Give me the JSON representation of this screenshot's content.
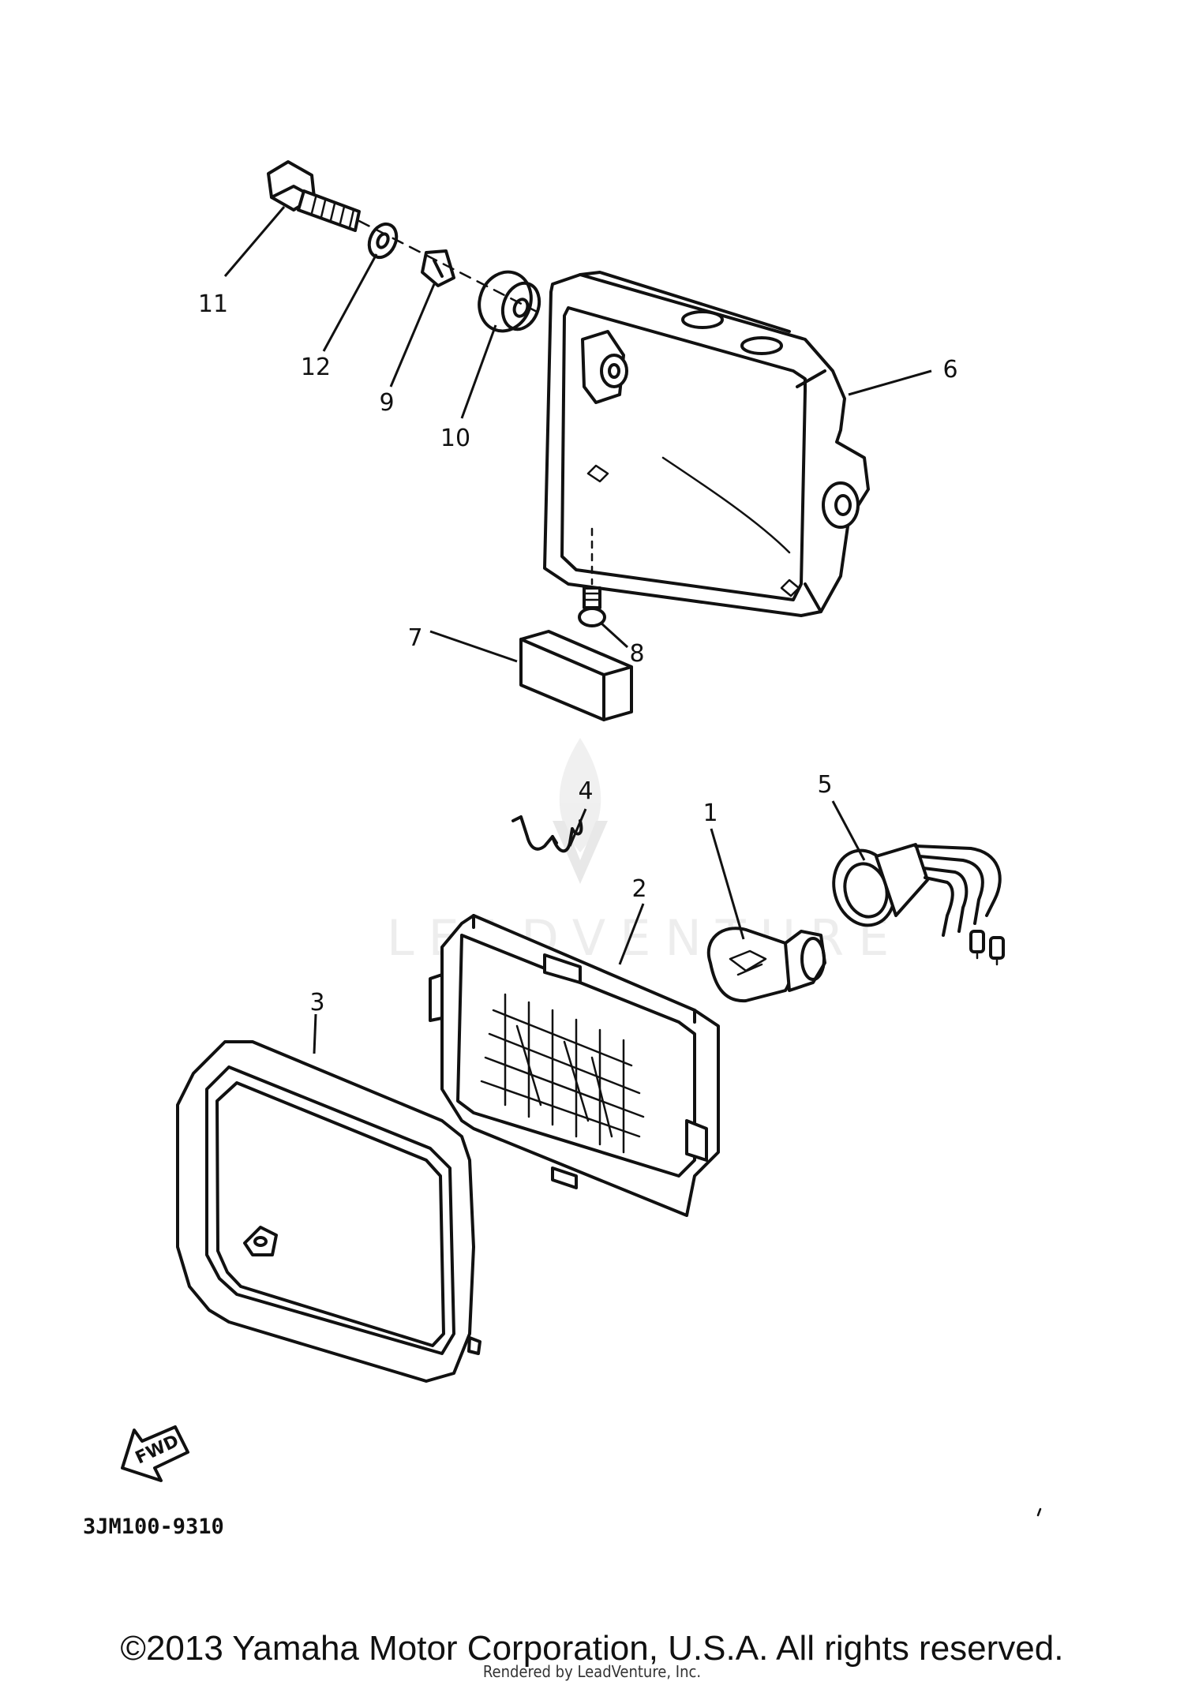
{
  "diagram": {
    "callouts": {
      "p1": "1",
      "p2": "2",
      "p3": "3",
      "p4": "4",
      "p5": "5",
      "p6": "6",
      "p7": "7",
      "p8": "8",
      "p9": "9",
      "p10": "10",
      "p11": "11",
      "p12": "12"
    },
    "fwd_label": "FWD",
    "drawing_code": "3JM100-9310",
    "watermark": "LEADVENTURE"
  },
  "footer": {
    "copyright": "©2013 Yamaha Motor Corporation, U.S.A. All rights reserved.",
    "rendered_by": "Rendered by LeadVenture, Inc."
  }
}
